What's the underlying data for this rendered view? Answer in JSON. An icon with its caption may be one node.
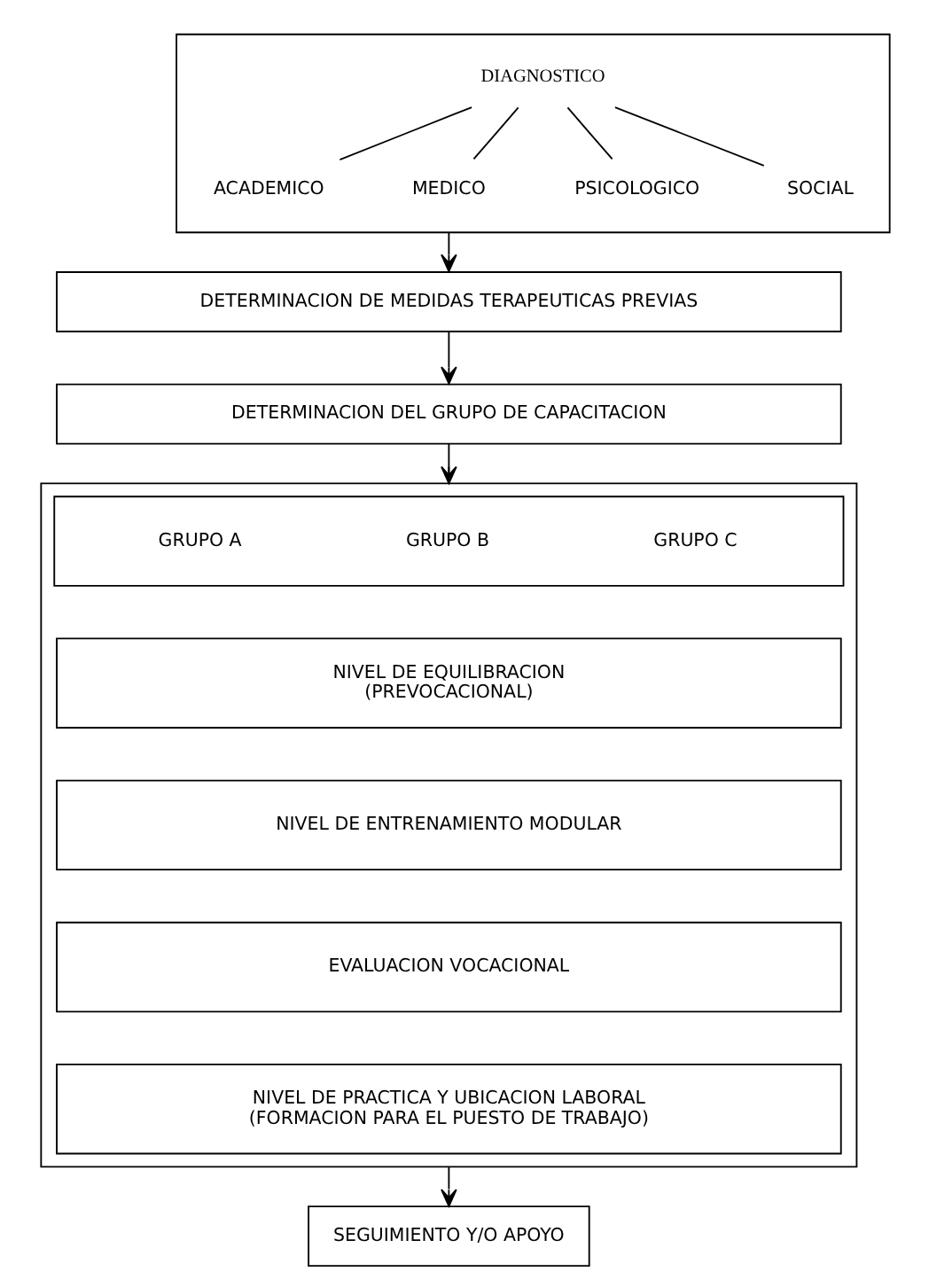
{
  "diagram": {
    "nodes": [
      {
        "text": [],
        "shape": "box"
      },
      {
        "text": [
          "DIAGNOSTICO"
        ],
        "in": 0
      },
      {
        "text": [
          "ACADEMICO"
        ],
        "in": 0
      },
      {
        "text": [
          "MEDICO"
        ],
        "in": 0
      },
      {
        "text": [
          "PSICOLOGICO"
        ],
        "in": 0
      },
      {
        "text": [
          "SOCIAL"
        ],
        "in": 0
      },
      {
        "text": [
          "DETERMINACION DE MEDIDAS TERAPEUTICAS PREVIAS"
        ]
      },
      {
        "text": [
          "DETERMINACION DEL GRUPO DE CAPACITACION"
        ]
      },
      {
        "text": [],
        "shape": "box"
      },
      {
        "text": [
          "GRUPO A",
          "GRUPO B",
          "GRUPO C"
        ],
        "in": 8
      },
      {
        "text": [
          "NIVEL DE EQUILIBRACION",
          "(PREVOCACIONAL)"
        ],
        "in": 8
      },
      {
        "text": [
          "NIVEL DE ENTRENAMIENTO MODULAR"
        ],
        "in": 8
      },
      {
        "text": [
          "EVALUACION VOCACIONAL"
        ],
        "in": 8
      },
      {
        "text": [
          "NIVEL DE PRACTICA Y UBICACION LABORAL",
          "(FORMACION PARA EL PUESTO DE TRABAJO)"
        ],
        "in": 8
      },
      {
        "text": [
          "SEGUIMIENTO Y/O APOYO"
        ]
      }
    ],
    "edges": [
      {
        "from": 1,
        "to": 2,
        "arrow": "none"
      },
      {
        "from": 1,
        "to": 3,
        "arrow": "none"
      },
      {
        "from": 1,
        "to": 4,
        "arrow": "none"
      },
      {
        "from": 1,
        "to": 5,
        "arrow": "none"
      },
      {
        "from": 0,
        "to": 6,
        "arrow": "to"
      },
      {
        "from": 6,
        "to": 7,
        "arrow": "to"
      },
      {
        "from": 7,
        "to": 8,
        "arrow": "to"
      },
      {
        "from": 8,
        "to": 14,
        "arrow": "to"
      }
    ]
  }
}
